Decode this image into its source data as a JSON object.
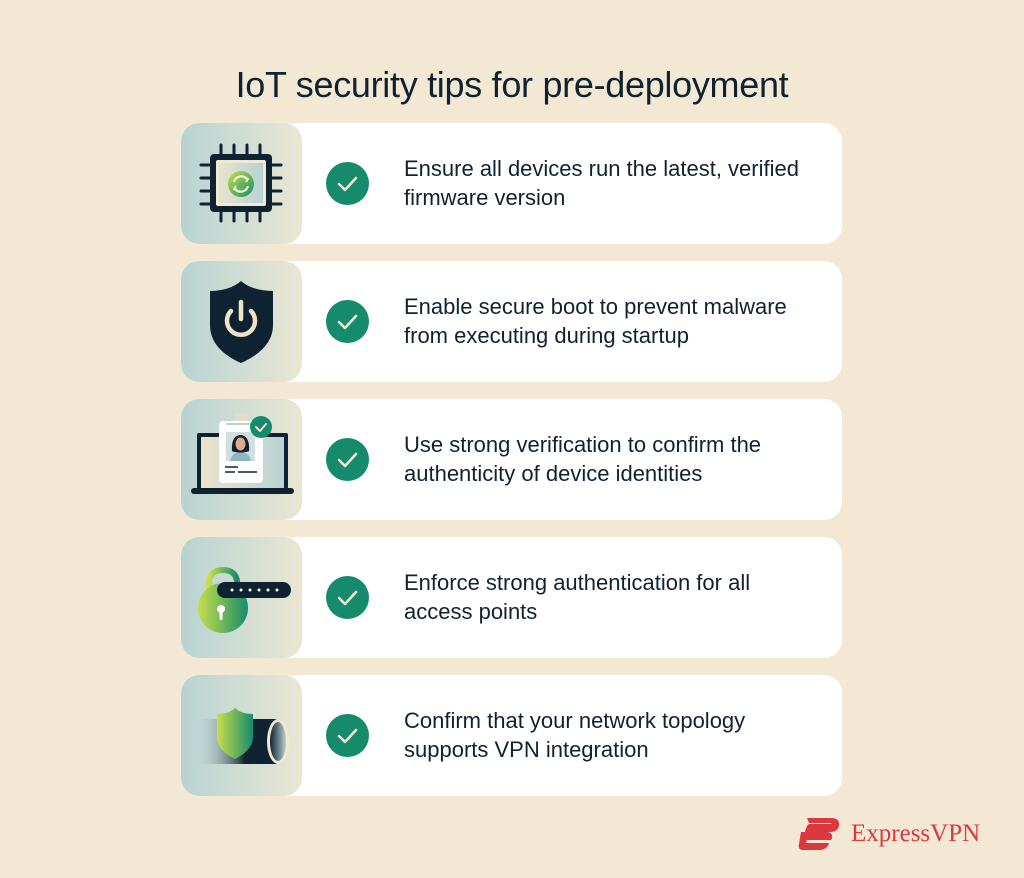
{
  "header": {
    "title": "IoT security tips for pre-deployment"
  },
  "tips": [
    {
      "icon": "microchip-refresh-icon",
      "text": "Ensure all devices run the latest, verified firmware version"
    },
    {
      "icon": "shield-power-icon",
      "text": "Enable secure boot to prevent malware from executing during startup"
    },
    {
      "icon": "laptop-id-badge-icon",
      "text": "Use strong verification to confirm the authenticity of device identities"
    },
    {
      "icon": "padlock-password-icon",
      "text": "Enforce strong authentication for all access points"
    },
    {
      "icon": "shield-tunnel-icon",
      "text": "Confirm that your network topology supports VPN integration"
    }
  ],
  "check_icon": "checkmark-circle-icon",
  "brand": {
    "name": "ExpressVPN",
    "logo_icon": "expressvpn-logo-icon"
  },
  "colors": {
    "background": "#f2e8d3",
    "card": "#ffffff",
    "text": "#0f2231",
    "check_green": "#168b6c",
    "brand_red": "#da3940"
  }
}
